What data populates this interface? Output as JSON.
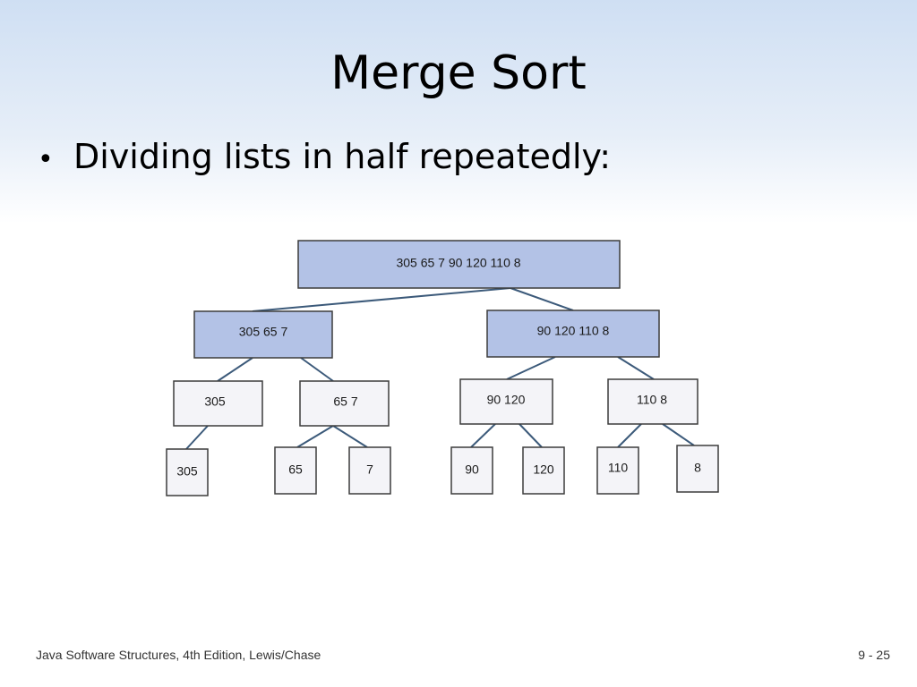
{
  "slide": {
    "title": "Merge Sort",
    "bullet": "Dividing lists in half repeatedly:",
    "footer_left": "Java Software Structures, 4th Edition, Lewis/Chase",
    "footer_right": "9 - 25"
  },
  "tree": {
    "root": "305 65 7 90 120 110 8",
    "level1": [
      "305 65 7",
      "90 120 110 8"
    ],
    "level2": [
      "305",
      "65 7",
      "90 120",
      "110 8"
    ],
    "leaves": [
      "305",
      "65",
      "7",
      "90",
      "120",
      "110",
      "8"
    ]
  }
}
